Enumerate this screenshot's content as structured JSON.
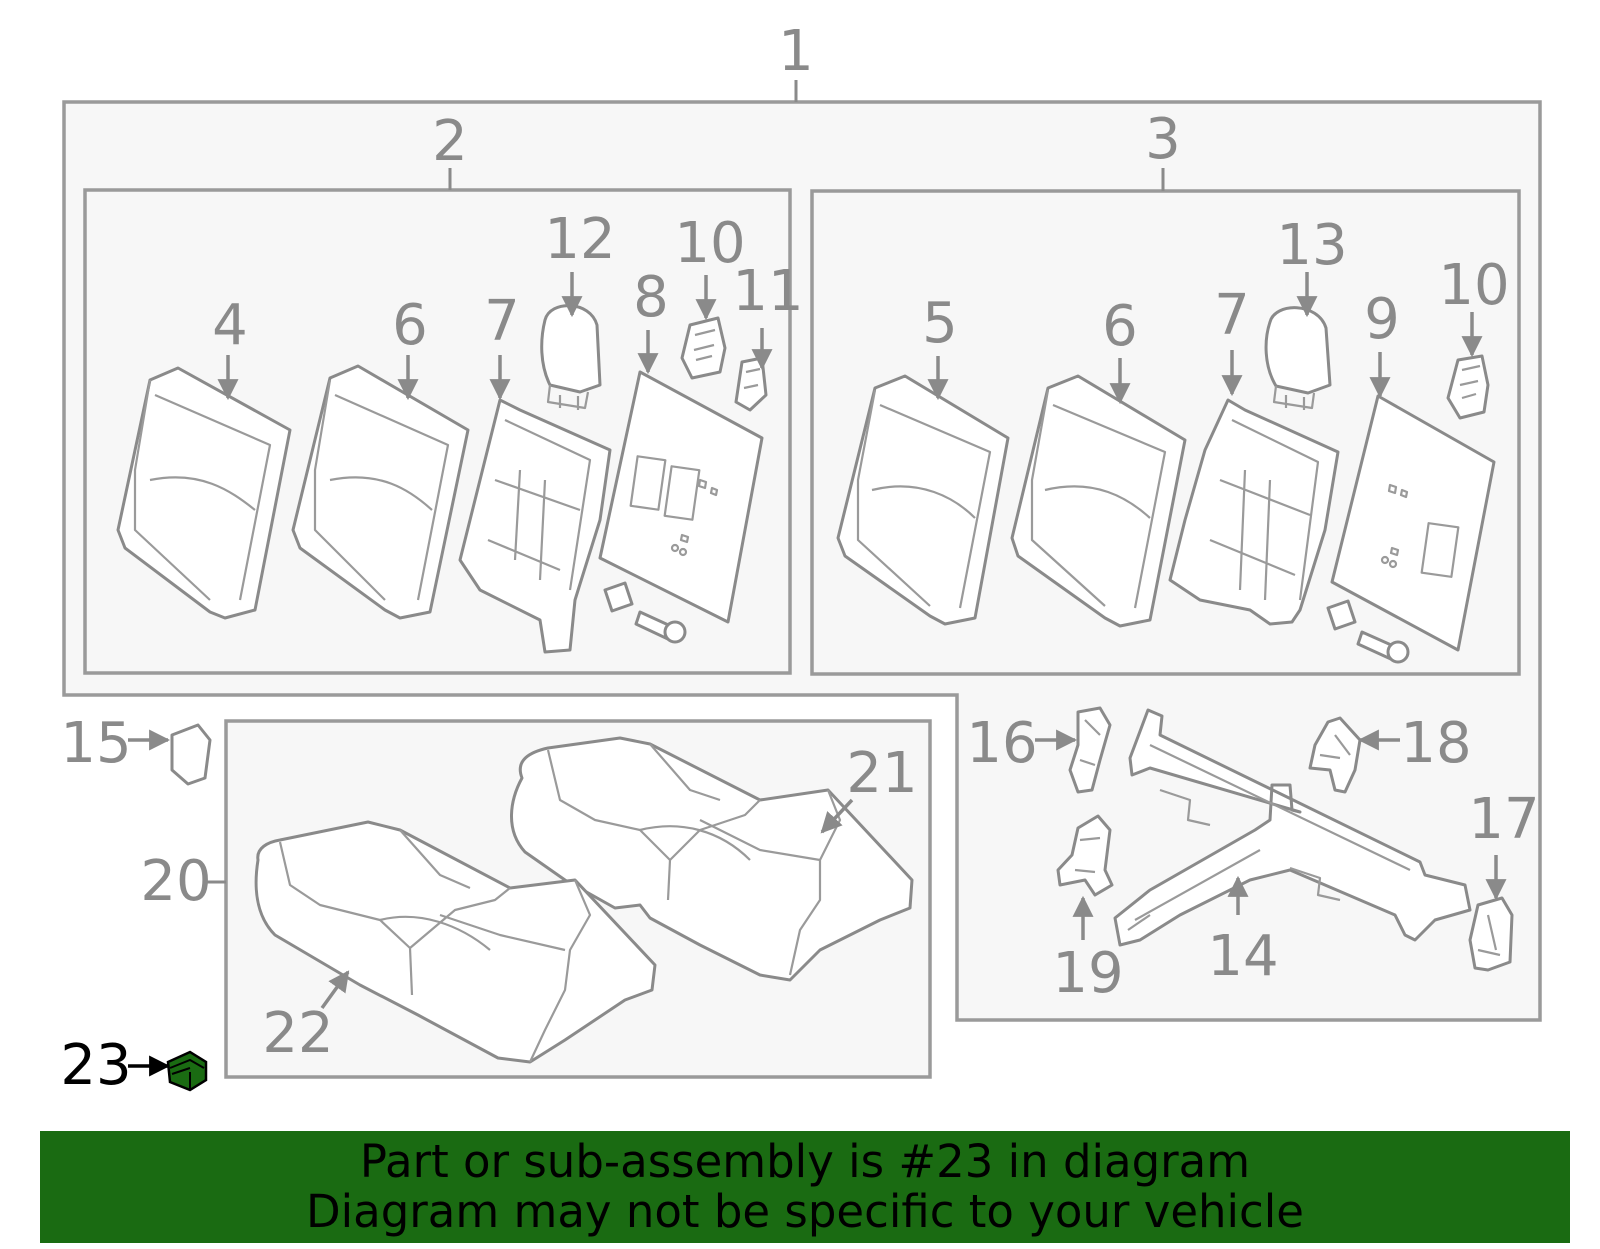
{
  "diagram": {
    "callouts": {
      "n1": "1",
      "n2": "2",
      "n3": "3",
      "n4": "4",
      "n5": "5",
      "n6a": "6",
      "n6b": "6",
      "n7a": "7",
      "n7b": "7",
      "n8": "8",
      "n9": "9",
      "n10a": "10",
      "n10b": "10",
      "n11": "11",
      "n12": "12",
      "n13": "13",
      "n14": "14",
      "n15": "15",
      "n16": "16",
      "n17": "17",
      "n18": "18",
      "n19": "19",
      "n20": "20",
      "n21": "21",
      "n22": "22",
      "n23": "23"
    },
    "highlight_color": "#1a6b12",
    "line_color": "#8a8a8a"
  },
  "banner": {
    "line1": "Part or sub-assembly is #23 in diagram",
    "line2": "Diagram may not be specific to your vehicle"
  }
}
